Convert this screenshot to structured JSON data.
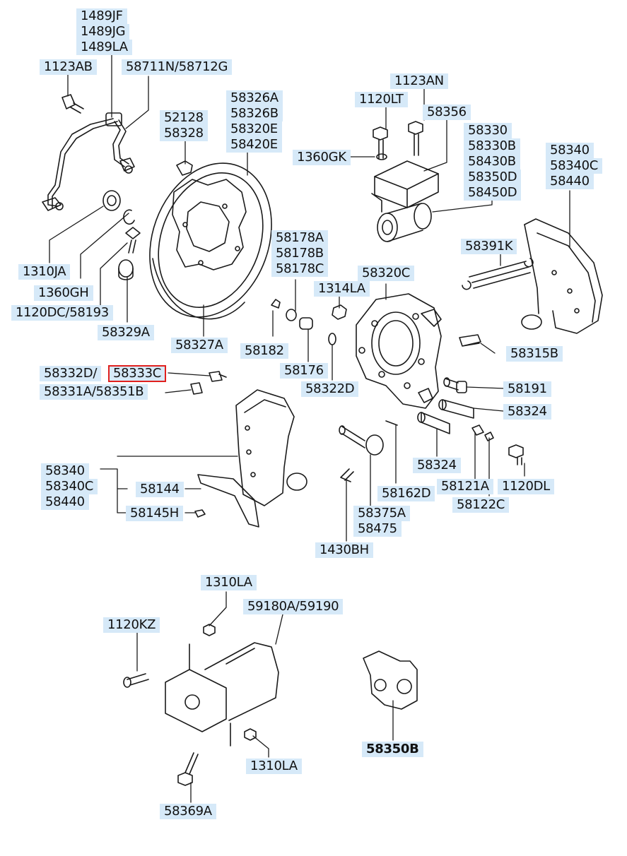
{
  "labels": {
    "p1489jf": "1489JF",
    "p1489jg": "1489JG",
    "p1489la": "1489LA",
    "p1123ab": "1123AB",
    "p58711n": "58711N/58712G",
    "p1310ja": "1310JA",
    "p1360gh": "1360GH",
    "p1120dc": "1120DC/58193",
    "p58329a": "58329A",
    "p52128": "52128",
    "p58328": "58328",
    "p58326a": "58326A",
    "p58326b": "58326B",
    "p58320e": "58320E",
    "p58420e": "58420E",
    "p58327a": "58327A",
    "p1123an": "1123AN",
    "p1120lt": "1120LT",
    "p58356": "58356",
    "p1360gk": "1360GK",
    "p58330": "58330",
    "p58330b": "58330B",
    "p58430b": "58430B",
    "p58350d": "58350D",
    "p58450d": "58450D",
    "p58340_r": "58340",
    "p58340c_r": "58340C",
    "p58440_r": "58440",
    "p58178a": "58178A",
    "p58178b": "58178B",
    "p58178c": "58178C",
    "p1314la": "1314LA",
    "p58320c": "58320C",
    "p58391k": "58391K",
    "p58182": "58182",
    "p58176": "58176",
    "p58322d": "58322D",
    "p58315b": "58315B",
    "p58332d": "58332D/",
    "p58333c": "58333C",
    "p58331a": "58331A/58351B",
    "p58191": "58191",
    "p58324_r": "58324",
    "p58324_b": "58324",
    "p58340_l": "58340",
    "p58340c_l": "58340C",
    "p58440_l": "58440",
    "p58144": "58144",
    "p58145h": "58145H",
    "p58162d": "58162D",
    "p58121a": "58121A",
    "p1120dl": "1120DL",
    "p58122c": "58122C",
    "p58375a": "58375A",
    "p58475": "58475",
    "p1430bh": "1430BH",
    "p1310la_t": "1310LA",
    "p59180a": "59180A/59190",
    "p1120kz": "1120KZ",
    "p1310la_b": "1310LA",
    "p58369a": "58369A",
    "p58350b": "58350B"
  },
  "selected_part": "58333C",
  "colors": {
    "label_bg": "#d6e9f8",
    "line": "#1a1a1a",
    "highlight": "#e0201e"
  }
}
